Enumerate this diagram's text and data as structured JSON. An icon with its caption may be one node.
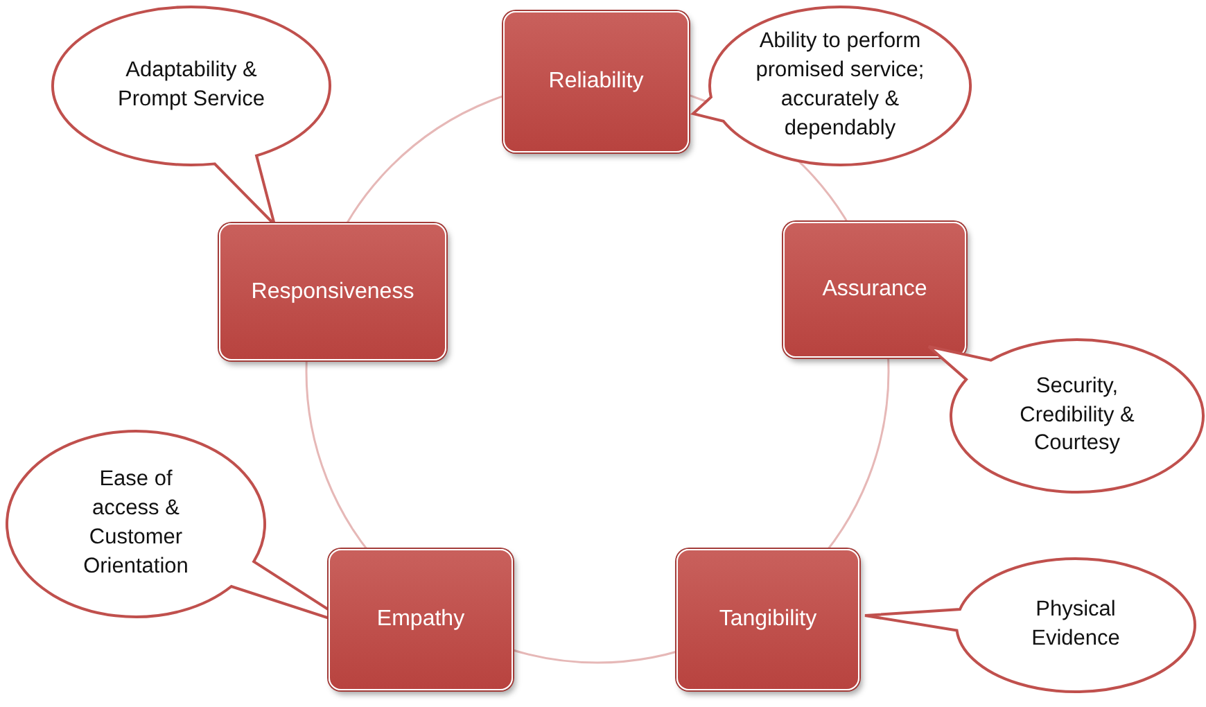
{
  "diagram": {
    "nodes": [
      {
        "text": [
          "Adaptability & Prompt Service"
        ]
      },
      {
        "text": [
          "Reliability"
        ]
      },
      {
        "text": [
          "Ability to perform promised service; accurately & dependably"
        ]
      },
      {
        "text": [
          "Responsiveness"
        ]
      },
      {
        "text": [
          "Assurance"
        ]
      },
      {
        "text": [
          "Security, Credibility & Courtesy"
        ]
      },
      {
        "text": [
          "Ease of access & Customer Orientation"
        ]
      },
      {
        "text": [
          "Empathy"
        ]
      },
      {
        "text": [
          "Tangibility"
        ]
      },
      {
        "text": [
          "Physical Evidence"
        ]
      }
    ]
  }
}
